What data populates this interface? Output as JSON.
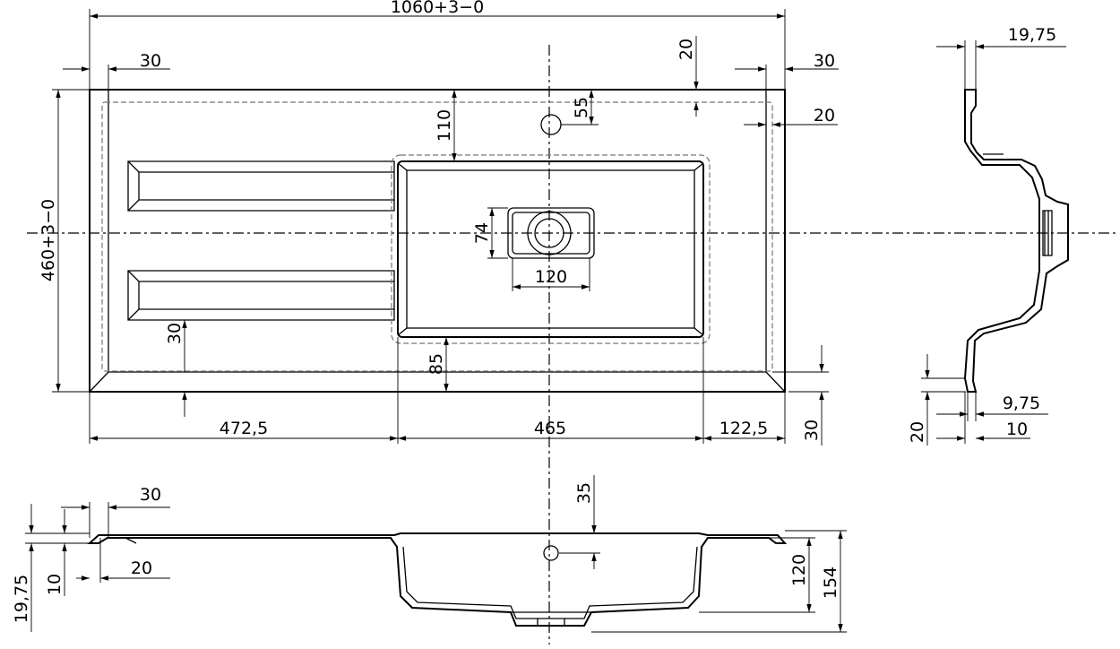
{
  "dimensions": {
    "overall_width": "1060+3−0",
    "overall_depth": "460+3−0",
    "left_rim": "30",
    "right_rim": "30",
    "top_gap": "20",
    "tap_offset": "55",
    "right_inner": "20",
    "bowl_from_back": "110",
    "waste_depth": "74",
    "waste_width": "120",
    "drain_rib_offset": "30",
    "bowl_front_gap": "85",
    "drainer_width": "472,5",
    "bowl_width": "465",
    "right_section": "122,5",
    "front_rim": "30",
    "side_top_thickness": "19,75",
    "side_lip": "9,75",
    "side_base": "10",
    "side_offset": "20",
    "sec_left_rim": "30",
    "sec_tap_depth": "35",
    "sec_inner": "20",
    "sec_thickness": "10",
    "sec_overall_thickness": "19,75",
    "sec_bowl_depth": "120",
    "sec_total_height": "154"
  }
}
